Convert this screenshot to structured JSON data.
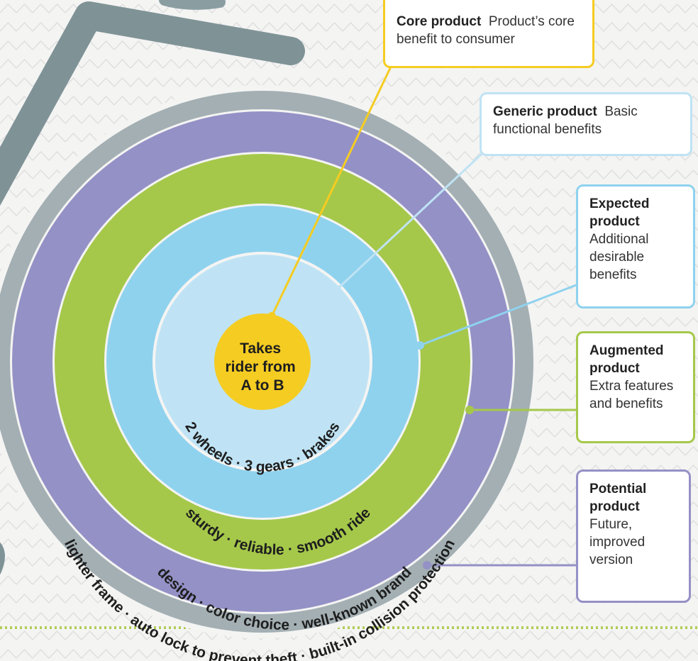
{
  "center": {
    "lines": [
      "Takes",
      "rider from",
      "A to B"
    ]
  },
  "rings": {
    "generic": "2 wheels · 3 gears · brakes",
    "expected": "sturdy · reliable · smooth ride",
    "augmented": "design · color choice · well-known brand",
    "potential": "lighter frame · auto lock to prevent theft · built-in collision protection"
  },
  "callouts": {
    "core": {
      "head": "Core product",
      "text": "Product’s core benefit to consumer"
    },
    "generic": {
      "head": "Generic product",
      "text": "Basic functional benefits"
    },
    "expected": {
      "head": "Expected product",
      "text": "Additional desirable benefits"
    },
    "augmented": {
      "head": "Augmented product",
      "text": "Extra features and benefits"
    },
    "potential": {
      "head": "Potential product",
      "text": "Future, improved version"
    }
  },
  "colors": {
    "core": "#f5cc22",
    "generic": "#bfe3f4",
    "expected": "#8fd2ee",
    "augmented": "#a5c84a",
    "potential": "#9491c6",
    "outer_ring": "#a3afb3",
    "bike_frame": "#7f9397"
  }
}
